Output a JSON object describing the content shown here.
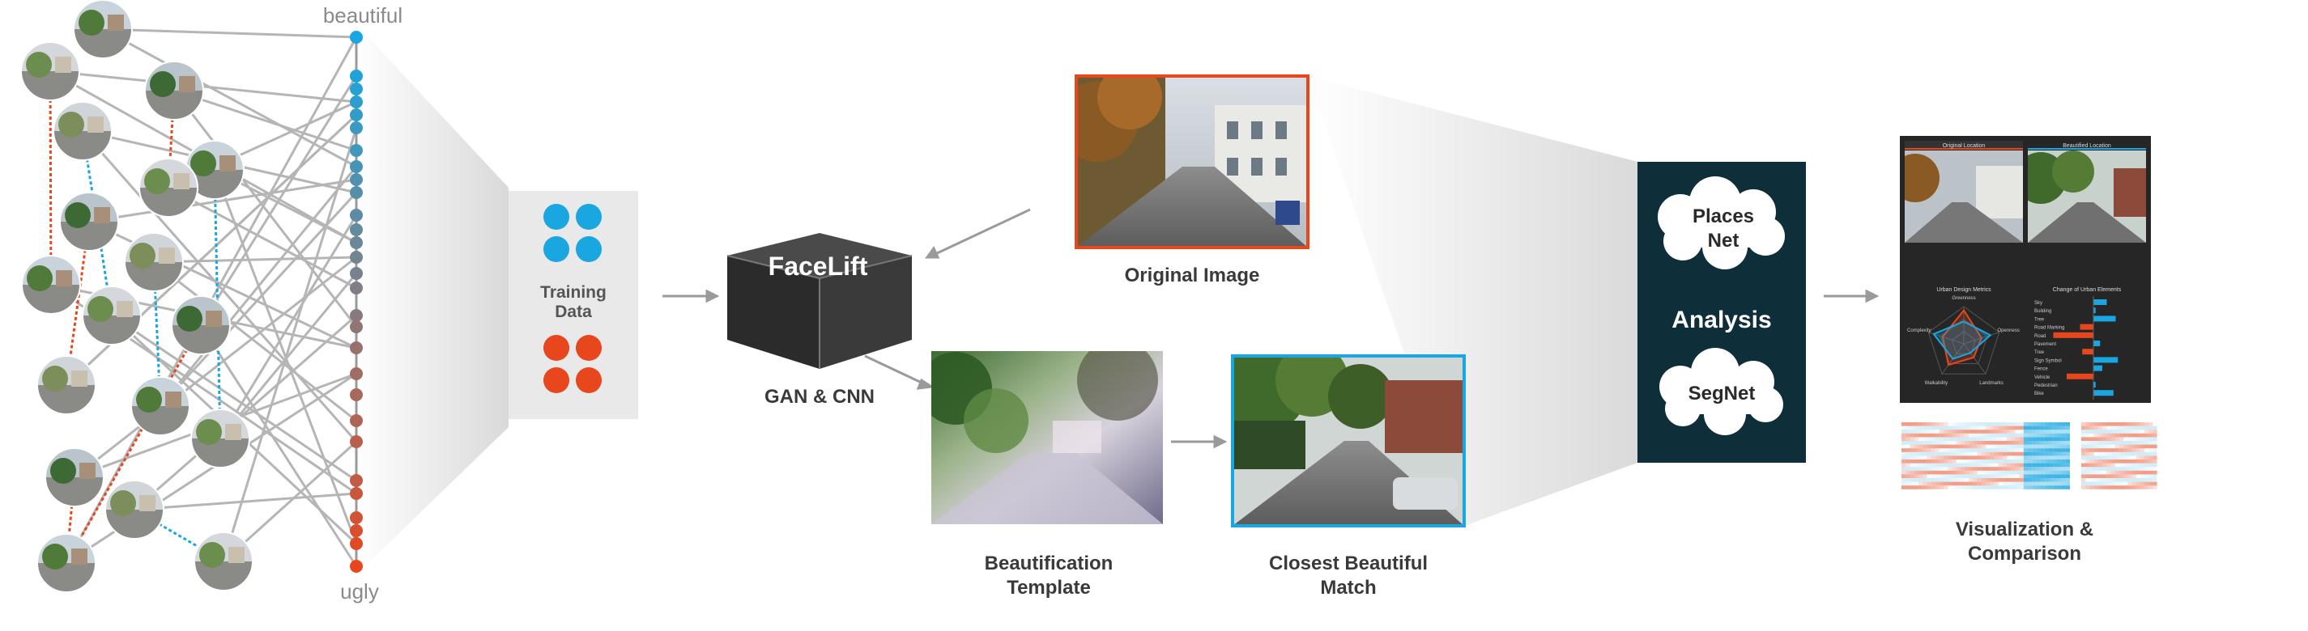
{
  "axis": {
    "top_label": "beautiful",
    "bottom_label": "ugly"
  },
  "training": {
    "label_line1": "Training",
    "label_line2": "Data",
    "color_beautiful": "#1aa6e0",
    "color_ugly": "#e8461d"
  },
  "model": {
    "cube_label": "FaceLift",
    "caption": "GAN & CNN"
  },
  "images": {
    "original": "Original Image",
    "template_line1": "Beautification",
    "template_line2": "Template",
    "match_line1": "Closest Beautiful",
    "match_line2": "Match"
  },
  "analysis": {
    "title": "Analysis",
    "cloud1_line1": "Places",
    "cloud1_line2": "Net",
    "cloud2": "SegNet",
    "panel_color": "#0e2e3a"
  },
  "dashboard": {
    "tab_original": "Original Location",
    "tab_beautified": "Beautified Location",
    "radar_title": "Urban Design Metrics",
    "bars_title": "Change of Urban Elements",
    "radar_axes": [
      "Greenness",
      "Openness",
      "Landmarks",
      "Walkability",
      "Complexity"
    ],
    "bar_rows": [
      "Sky",
      "Building",
      "Tree",
      "Road Marking",
      "Road",
      "Pavement",
      "Tree",
      "Sign Symbol",
      "Fence",
      "Vehicle",
      "Pedestrian",
      "Bike"
    ],
    "caption_line1": "Visualization &",
    "caption_line2": "Comparison"
  },
  "colors": {
    "red": "#e8461d",
    "blue": "#1aa6e0"
  }
}
